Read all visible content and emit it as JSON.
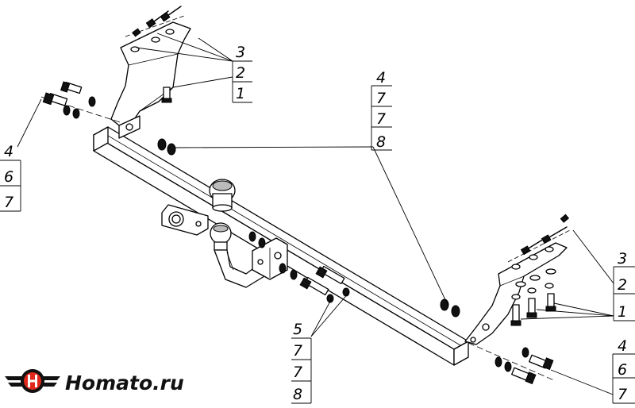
{
  "logo": {
    "brand_text": "Homato.ru",
    "brand_color": "#e0281c",
    "emblem_icon": "winged-wheel-logo-icon"
  },
  "callouts": {
    "top_left_bracket": [
      "3",
      "2",
      "1"
    ],
    "top_center": [
      "4",
      "7",
      "7",
      "8"
    ],
    "left_bolts": [
      "4",
      "6",
      "7"
    ],
    "bottom_center": [
      "5",
      "7",
      "7",
      "8"
    ],
    "right_bracket": [
      "3",
      "2",
      "1"
    ],
    "bottom_right_bolts": [
      "4",
      "6",
      "7"
    ]
  }
}
